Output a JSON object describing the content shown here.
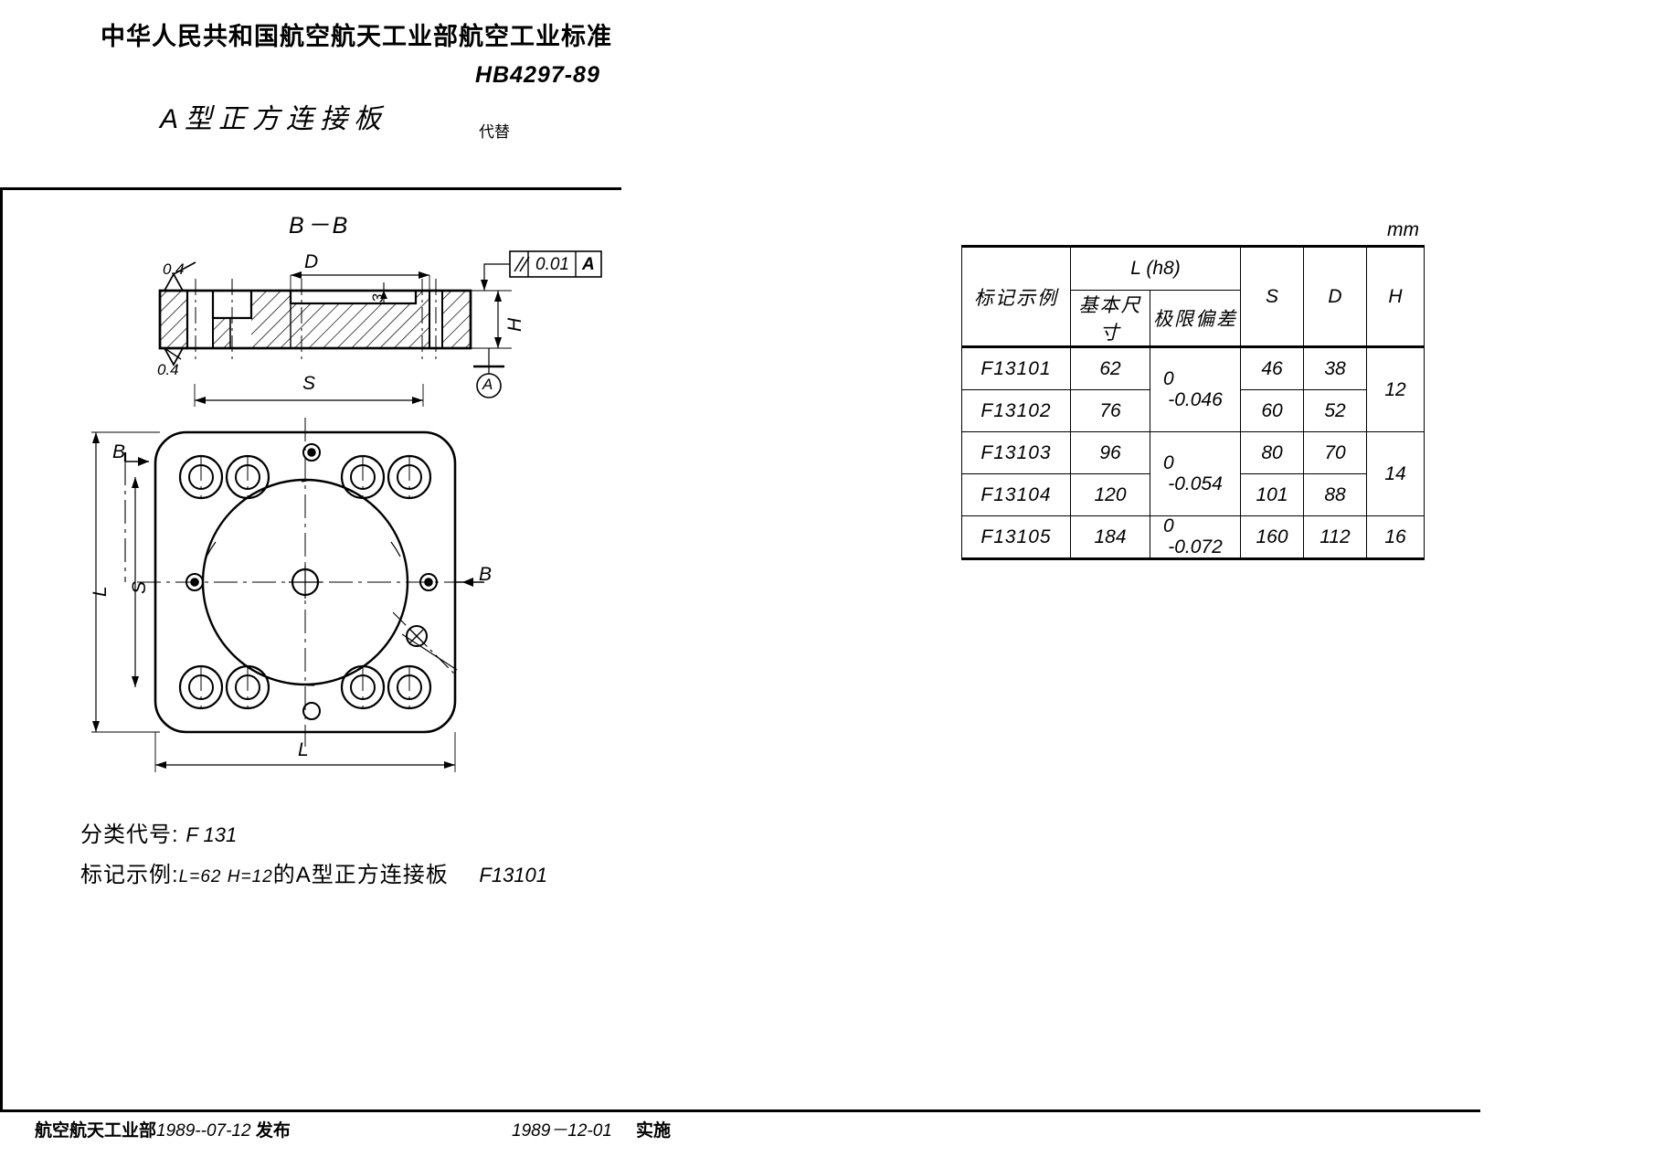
{
  "header": {
    "ministry_title": "中华人民共和国航空航天工业部航空工业标准",
    "standard_number": "HB4297-89",
    "part_title": "A型正方连接板",
    "replaces_label": "代替"
  },
  "drawing": {
    "section_label": "B－B",
    "roughness_top": "0.4",
    "roughness_bottom": "0.4",
    "dim_D": "D",
    "dim_3": "3",
    "dim_H": "H",
    "dim_S_section": "S",
    "dim_S_plan": "S",
    "dim_L_vertical": "L",
    "dim_L_horizontal": "L",
    "datum_letter": "A",
    "section_mark_left": "B",
    "section_mark_right": "B",
    "gdt_symbol": "//",
    "gdt_tolerance": "0.01",
    "gdt_datum": "A"
  },
  "spec_table": {
    "unit": "mm",
    "headers": {
      "mark": "标记示例",
      "L_group": "L (h8)",
      "basic_size": "基本尺寸",
      "deviation": "极限偏差",
      "S": "S",
      "D": "D",
      "H": "H"
    },
    "rows": [
      {
        "mark": "F13101",
        "basic": "62",
        "dev_hi": "0",
        "dev_lo": "-0.046",
        "S": "46",
        "D": "38",
        "H": "12"
      },
      {
        "mark": "F13102",
        "basic": "76",
        "dev_hi": "0",
        "dev_lo": "-0.046",
        "S": "60",
        "D": "52",
        "H": "12"
      },
      {
        "mark": "F13103",
        "basic": "96",
        "dev_hi": "0",
        "dev_lo": "-0.054",
        "S": "80",
        "D": "70",
        "H": "14"
      },
      {
        "mark": "F13104",
        "basic": "120",
        "dev_hi": "0",
        "dev_lo": "-0.054",
        "S": "101",
        "D": "88",
        "H": "14"
      },
      {
        "mark": "F13105",
        "basic": "184",
        "dev_hi": "0",
        "dev_lo": "-0.072",
        "S": "160",
        "D": "112",
        "H": "16"
      }
    ]
  },
  "notes": {
    "classification_label": "分类代号:",
    "classification_value": "F 131",
    "marking_label": "标记示例:",
    "marking_dims": "L=62 H=12",
    "marking_mid": "的A型正方连接板",
    "marking_code": "F13101"
  },
  "footer": {
    "issuer": "航空航天工业部",
    "issue_date": "1989--07-12",
    "issue_verb": "发布",
    "effective_date": "1989－12-01",
    "effective_verb": "实施"
  }
}
